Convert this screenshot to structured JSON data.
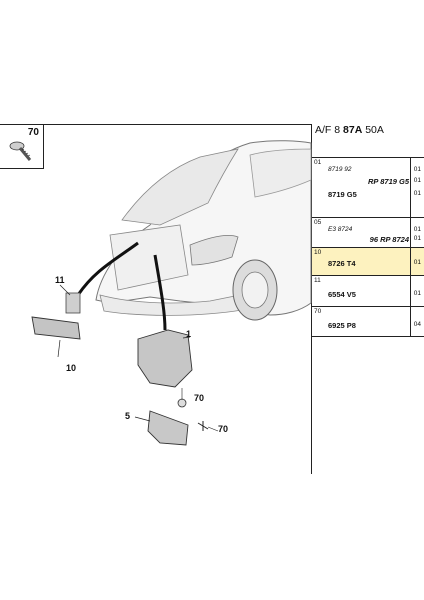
{
  "header": {
    "prefix": "A/F 8",
    "bold": "87A",
    "suffix": "50A"
  },
  "thumbnail": {
    "number": "70",
    "icon": "screw-icon"
  },
  "callouts": {
    "c11": "11",
    "c10": "10",
    "c1": "1",
    "c70a": "70",
    "c5": "5",
    "c70b": "70"
  },
  "parts": [
    {
      "ref": "01",
      "lines": [
        {
          "text": "8719 92",
          "style": "italic",
          "qty": "01"
        },
        {
          "text": "RP 8719 G5",
          "style": "bold-italic-right",
          "qty": "01"
        },
        {
          "text": "8719 G5",
          "style": "bold",
          "qty": "01"
        }
      ]
    },
    {
      "ref": "05",
      "lines": [
        {
          "text": "E3 8724",
          "style": "italic",
          "qty": "01"
        },
        {
          "text": "96 RP 8724",
          "style": "bold-italic-right",
          "qty": "01"
        }
      ]
    },
    {
      "ref": "10",
      "highlight": true,
      "lines": [
        {
          "text": "8726 T4",
          "style": "bold",
          "qty": "01"
        }
      ]
    },
    {
      "ref": "11",
      "lines": [
        {
          "text": "6554 V5",
          "style": "bold",
          "qty": "01"
        }
      ]
    },
    {
      "ref": "70",
      "lines": [
        {
          "text": "6925 P8",
          "style": "bold",
          "qty": "04"
        }
      ]
    }
  ],
  "colors": {
    "highlight": "#fdf2bf",
    "line": "#222222"
  }
}
